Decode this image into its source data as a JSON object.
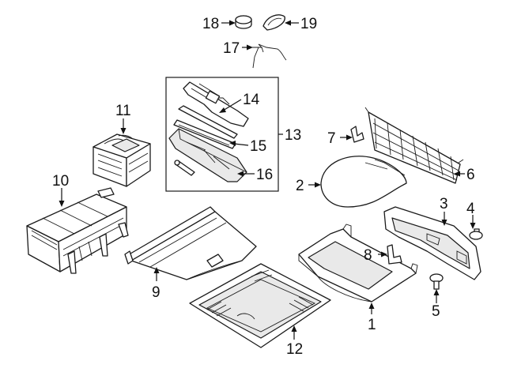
{
  "callouts": [
    {
      "id": "c1",
      "label": "1"
    },
    {
      "id": "c2",
      "label": "2"
    },
    {
      "id": "c3",
      "label": "3"
    },
    {
      "id": "c4",
      "label": "4"
    },
    {
      "id": "c5",
      "label": "5"
    },
    {
      "id": "c6",
      "label": "6"
    },
    {
      "id": "c7",
      "label": "7"
    },
    {
      "id": "c8",
      "label": "8"
    },
    {
      "id": "c9",
      "label": "9"
    },
    {
      "id": "c10",
      "label": "10"
    },
    {
      "id": "c11",
      "label": "11"
    },
    {
      "id": "c12",
      "label": "12"
    },
    {
      "id": "c13",
      "label": "13"
    },
    {
      "id": "c14",
      "label": "14"
    },
    {
      "id": "c15",
      "label": "15"
    },
    {
      "id": "c16",
      "label": "16"
    },
    {
      "id": "c17",
      "label": "17"
    },
    {
      "id": "c18",
      "label": "18"
    },
    {
      "id": "c19",
      "label": "19"
    }
  ],
  "colors": {
    "ink": "#1a1a1a",
    "background": "#ffffff",
    "shade": "#e9e9e9"
  }
}
